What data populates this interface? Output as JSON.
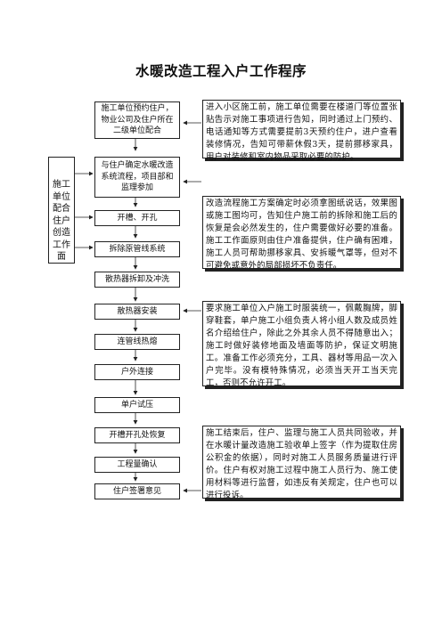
{
  "title": "水暖改造工程入户工作程序",
  "side_label": "施工单位配合住户创造工作面",
  "steps": [
    "施工单位预约住户，物业公司及住户所在二级单位配合",
    "与住户确定水暖改造系统流程，项目部和监理参加",
    "开槽、开孔",
    "拆除原管线系统",
    "散热器拆卸及冲洗",
    "散热器安装",
    "连管线热熔",
    "户外连接",
    "单户试压",
    "开槽开孔处恢复",
    "工程量确认",
    "住户签署意见"
  ],
  "notes": [
    "进入小区施工前，施工单位需要在楼道门等位置张贴告示对施工事项进行告知，同时通过上门预约、电话通知等方式需要提前3天预约住户，进户查看装修情况，告知可带薪休假3天，提前挪移家具，用户对装修和室内物品采取必要的防护。",
    "改造流程施工方案确定时必须拿图纸说话，效果图或施工图均可，告知住户施工前的拆除和施工后的恢复是会必然发生的，住户需要做好必要的准备。施工工作面原则由住户准备提供，住户确有困难，施工人员可帮助挪移家具、安拆暖气罩等，但对不可避免或意外的局部损坏不负责任。",
    "要求施工单位入户施工时服装统一，佩戴胸牌，脚穿鞋套，单户施工小组负责人将小组人数及成员姓名介绍给住户，除此之外其余人员不得随意出入；施工时做好装修地面及墙面等防护，保证文明施工。准备工作必须充分，工具、器材等用品一次入户完毕。没有模特殊情况，必须当天开工当天完工，否则不允许开工。",
    "施工结束后，住户、监理与施工人员共同验收，并在水暖计量改造施工验收单上签字（作为提取住房公积金的依据），同时对施工人员服务质量进行评价。住户有权对施工过程中施工人员行为、施工使用材料等进行监督，如违反有关规定，住户也可以进行投诉。"
  ]
}
